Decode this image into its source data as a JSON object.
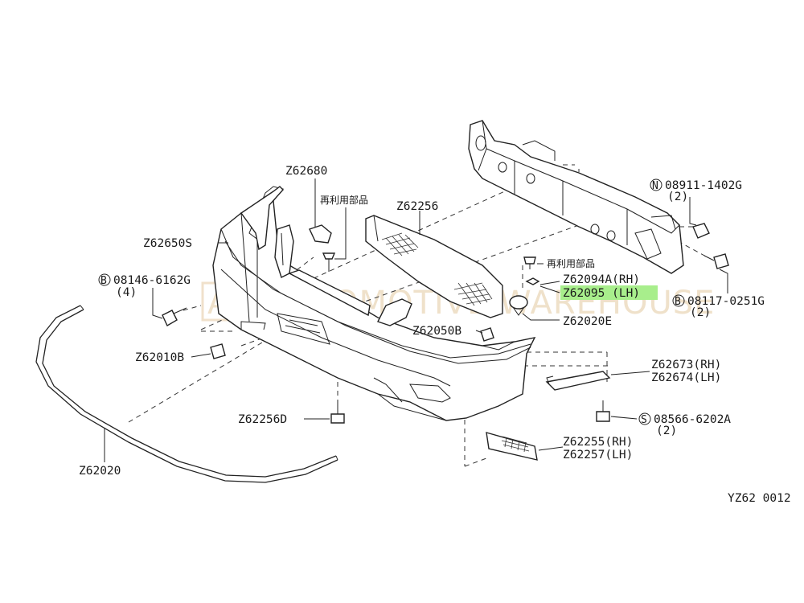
{
  "watermark": {
    "logo": "AW",
    "text": "AUTOMOTIVE WAREHOUSE",
    "color": "#e3c9a0"
  },
  "highlight_color": "#a8ee8c",
  "labels": {
    "z62680": "Z62680",
    "reuse_parts_1": "再利用部品",
    "z62256": "Z62256",
    "z62650s": "Z62650S",
    "z62094a": "Z62094A(RH)",
    "z62095": "Z62095 (LH)",
    "z62020e": "Z62020E",
    "reuse_parts_2": "再利用部品",
    "z62050b": "Z62050B",
    "z62010b": "Z62010B",
    "z62673": "Z62673(RH)",
    "z62674": "Z62674(LH)",
    "z62256d": "Z62256D",
    "z62255": "Z62255(RH)",
    "z62257": "Z62257(LH)",
    "z62020": "Z62020",
    "diagram_code": "YZ62 0012"
  },
  "bolts": [
    {
      "prefix": "N",
      "code": "08911-1402G",
      "qty": "(2)"
    },
    {
      "prefix": "B",
      "code": "08146-6162G",
      "qty": "(4)"
    },
    {
      "prefix": "B",
      "code": "08117-0251G",
      "qty": "(2)"
    },
    {
      "prefix": "S",
      "code": "08566-6202A",
      "qty": "(2)"
    }
  ]
}
